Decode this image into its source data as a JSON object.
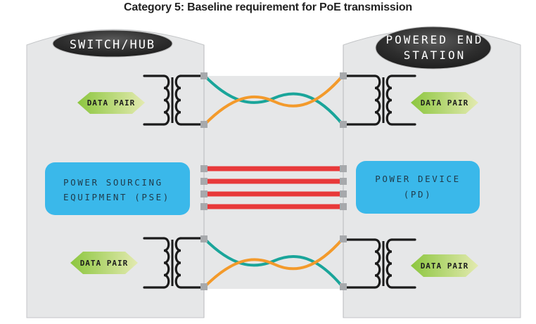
{
  "title": "Category 5: Baseline requirement for PoE transmission",
  "left_device": {
    "badge": "SWITCH/HUB",
    "power_box": [
      "POWER SOURCING",
      "EQUIPMENT (PSE)"
    ],
    "data_pair_top": "DATA PAIR",
    "data_pair_bottom": "DATA PAIR"
  },
  "right_device": {
    "badge": [
      "POWERED END",
      "STATION"
    ],
    "power_box": [
      "POWER DEVICE",
      "(PD)"
    ],
    "data_pair_top": "DATA PAIR",
    "data_pair_bottom": "DATA PAIR"
  },
  "cable": {
    "twisted_pairs": 2,
    "power_lines": 4
  },
  "colors": {
    "device_fill": "#e6e7e8",
    "cable_fill": "#e6e7e8",
    "badge_fill": "#2b2b2b",
    "power_box_fill": "#3ab8ea",
    "data_pair_fill_start": "#8cc63f",
    "data_pair_fill_end": "#dfe8a8",
    "wire_teal": "#1aa59a",
    "wire_orange": "#f39a2b",
    "power_line_red": "#e8393a",
    "connector_grey": "#a7a9ac"
  }
}
